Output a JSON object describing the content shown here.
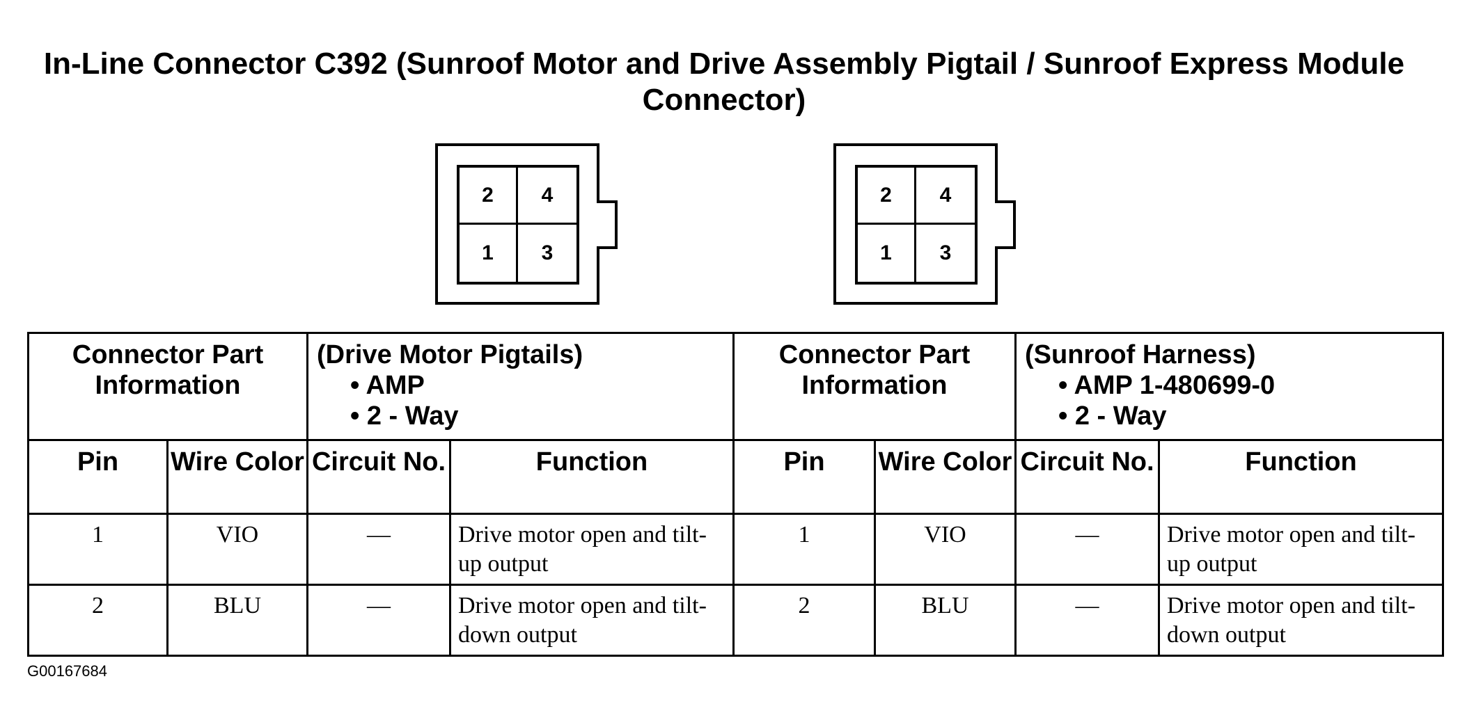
{
  "title": "In-Line Connector C392 (Sunroof Motor and Drive Assembly Pigtail / Sunroof Express Module Connector)",
  "connector_pins": {
    "top_left": "2",
    "top_right": "4",
    "bottom_left": "1",
    "bottom_right": "3"
  },
  "left_block": {
    "part_info_label": "Connector Part Information",
    "desc_title": "(Drive Motor Pigtails)",
    "desc_bullets": [
      "• AMP",
      "• 2 - Way"
    ]
  },
  "right_block": {
    "part_info_label": "Connector Part Information",
    "desc_title": "(Sunroof Harness)",
    "desc_bullets": [
      "• AMP 1-480699-0",
      "• 2 - Way"
    ]
  },
  "columns": {
    "pin": "Pin",
    "wire_color": "Wire Color",
    "circuit_no": "Circuit No.",
    "function": "Function"
  },
  "rows": [
    {
      "pin": "1",
      "wire_color": "VIO",
      "circuit": "—",
      "function": "Drive motor open and tilt-up output"
    },
    {
      "pin": "2",
      "wire_color": "BLU",
      "circuit": "—",
      "function": "Drive motor open and tilt-down output"
    }
  ],
  "footnote": "G00167684"
}
